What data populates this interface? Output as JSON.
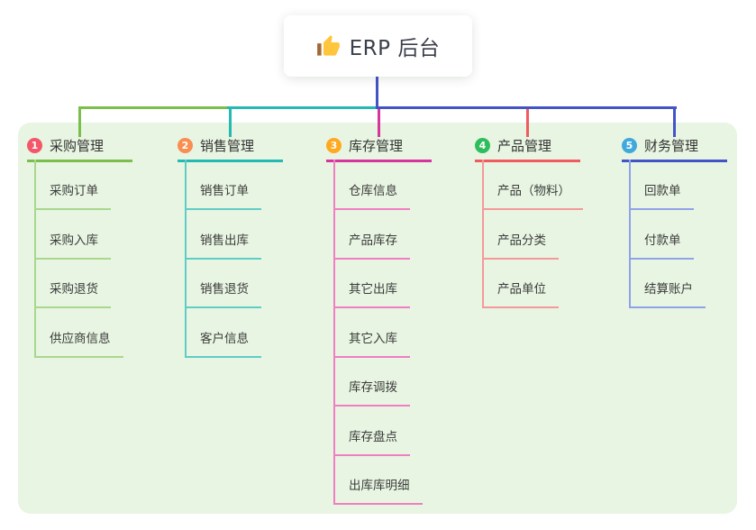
{
  "root": {
    "title": "ERP 后台",
    "icon": "thumbs-up",
    "icon_glyph": "👍",
    "connector_color": "#4254C6"
  },
  "colors": {
    "canvas_bg": "#FFFFFF",
    "panel_bg": "#E8F5E2",
    "header_text": "#333333",
    "child_text": "#3C3C3C"
  },
  "branches": [
    {
      "number": "1",
      "label": "采购管理",
      "badge_color": "#F4566A",
      "line_color": "#7CBE4B",
      "child_line_color": "#A9D78E",
      "children": [
        "采购订单",
        "采购入库",
        "采购退货",
        "供应商信息"
      ]
    },
    {
      "number": "2",
      "label": "销售管理",
      "badge_color": "#F98E51",
      "line_color": "#24B9B2",
      "child_line_color": "#5FCDC5",
      "children": [
        "销售订单",
        "销售出库",
        "销售退货",
        "客户信息"
      ]
    },
    {
      "number": "3",
      "label": "库存管理",
      "badge_color": "#FFA91F",
      "line_color": "#D6359E",
      "child_line_color": "#F07EC2",
      "children": [
        "仓库信息",
        "产品库存",
        "其它出库",
        "其它入库",
        "库存调拨",
        "库存盘点",
        "出库库明细"
      ]
    },
    {
      "number": "4",
      "label": "产品管理",
      "badge_color": "#2EBD5D",
      "line_color": "#F15B60",
      "child_line_color": "#F4999A",
      "children": [
        "产品（物料）",
        "产品分类",
        "产品单位"
      ]
    },
    {
      "number": "5",
      "label": "财务管理",
      "badge_color": "#3FA9DE",
      "line_color": "#4254C6",
      "child_line_color": "#8FA3E8",
      "children": [
        "回款单",
        "付款单",
        "结算账户"
      ]
    }
  ]
}
